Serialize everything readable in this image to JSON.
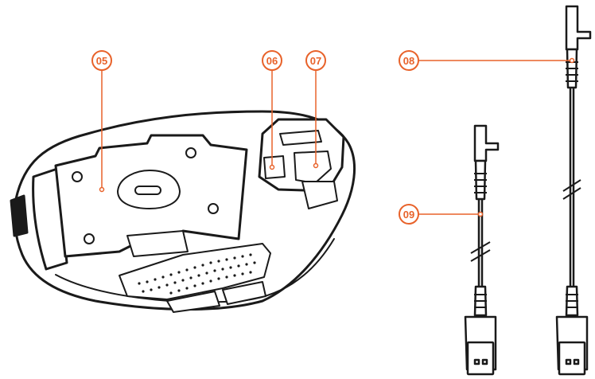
{
  "colors": {
    "accent": "#e8622a",
    "line": "#1a1a1a",
    "fill": "#ffffff"
  },
  "callouts": [
    {
      "id": "05",
      "label": "05"
    },
    {
      "id": "06",
      "label": "06"
    },
    {
      "id": "07",
      "label": "07"
    },
    {
      "id": "08",
      "label": "08"
    },
    {
      "id": "09",
      "label": "09"
    }
  ]
}
